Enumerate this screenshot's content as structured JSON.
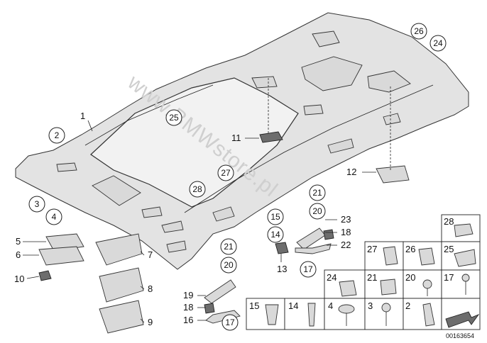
{
  "watermark": "www.BMWstore.pl",
  "reference_number": "00163654",
  "callouts_circled": [
    "2",
    "3",
    "4",
    "25",
    "27",
    "28",
    "26",
    "24",
    "21",
    "20",
    "15",
    "14",
    "17",
    "21",
    "20",
    "17"
  ],
  "plain_labels": [
    "1",
    "11",
    "12",
    "5",
    "6",
    "10",
    "7",
    "8",
    "9",
    "23",
    "18",
    "22",
    "13",
    "19",
    "18",
    "16"
  ],
  "parts_table": {
    "row1": [
      "28"
    ],
    "row2": [
      "27",
      "26",
      "25"
    ],
    "row3": [
      "24",
      "21",
      "20",
      "17"
    ],
    "row4": [
      "15",
      "14",
      "4",
      "3",
      "2",
      ""
    ]
  }
}
